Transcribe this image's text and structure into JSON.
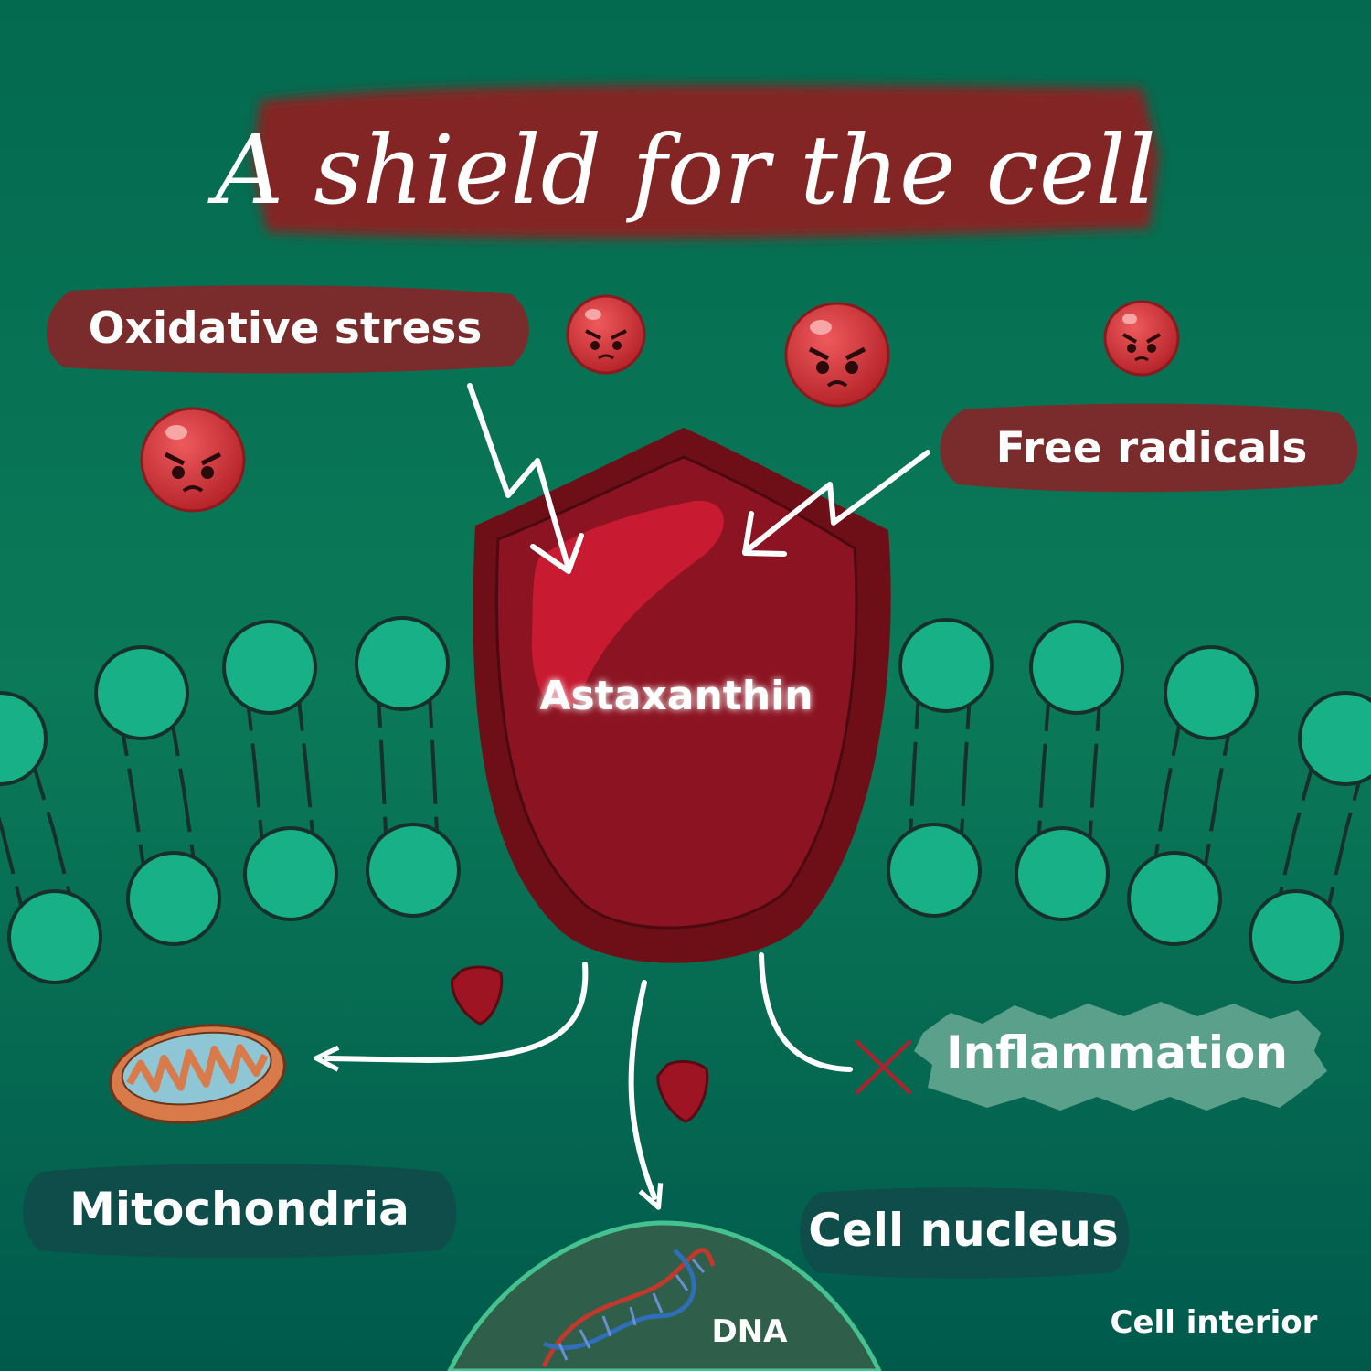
{
  "title": "A shield for the cell",
  "labels": {
    "oxidative_stress": "Oxidative stress",
    "free_radicals": "Free radicals",
    "astaxanthin": "Astaxanthin",
    "inflammation": "Inflammation",
    "mitochondria": "Mitochondria",
    "cell_nucleus": "Cell nucleus",
    "dna": "DNA",
    "cell_interior": "Cell interior"
  },
  "colors": {
    "background_top": "#03694f",
    "background_mid": "#0b7a58",
    "background_bottom": "#005a4c",
    "title_banner": "#8a2323",
    "label_red": "#7a2b2b",
    "label_dark": "#0f4d4a",
    "membrane_green": "#17b087",
    "shield_outer": "#6e0f18",
    "shield_inner": "#8c1422",
    "shield_highlight": "#c81a30",
    "radical_red": "#d9363c",
    "inflammation_badge": "#5aa08a",
    "cross": "#b3202a",
    "white": "#ffffff"
  },
  "icons": [
    "angry-radical-icon",
    "mitochondria-icon",
    "dna-helix-icon",
    "cross-icon",
    "shield-icon"
  ]
}
